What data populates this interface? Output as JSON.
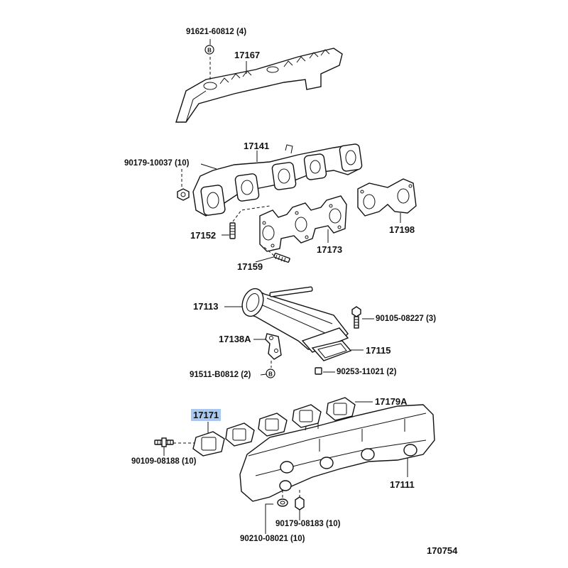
{
  "figure_id": "170754",
  "highlight_color": "#a9c8f0",
  "callouts": {
    "c91621": "91621-60812 (4)",
    "c17167": "17167",
    "c17141": "17141",
    "c90179a": "90179-10037 (10)",
    "c17152": "17152",
    "c17173": "17173",
    "c17198": "17198",
    "c17159": "17159",
    "c17113": "17113",
    "c90105": "90105-08227 (3)",
    "c17138a": "17138A",
    "c17115": "17115",
    "c91511": "91511-B0812 (2)",
    "c90253": "90253-11021 (2)",
    "c17179a": "17179A",
    "c17171": "17171",
    "c90109": "90109-08188 (10)",
    "c17111": "17111",
    "c90179b": "90179-08183 (10)",
    "c90210": "90210-08021 (10)"
  },
  "markers": {
    "b1": "B",
    "b2": "B"
  }
}
